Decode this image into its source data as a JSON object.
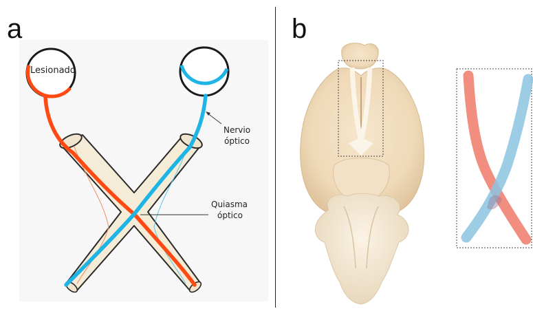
{
  "panels": {
    "a": {
      "letter": "a",
      "labels": {
        "lesionado": "Lesionado",
        "nervio_line1": "Nervio",
        "nervio_line2": "óptico",
        "quiasma_line1": "Quiasma",
        "quiasma_line2": "óptico"
      }
    },
    "b": {
      "letter": "b"
    }
  },
  "colors": {
    "lesioned_nerve": "#ff4a14",
    "healthy_nerve": "#1eb4e6",
    "tissue": "#f5ecd8",
    "brain": "#f0ddc0",
    "overlay_red": "#f07a6a",
    "overlay_blue": "#8cc4e0"
  }
}
